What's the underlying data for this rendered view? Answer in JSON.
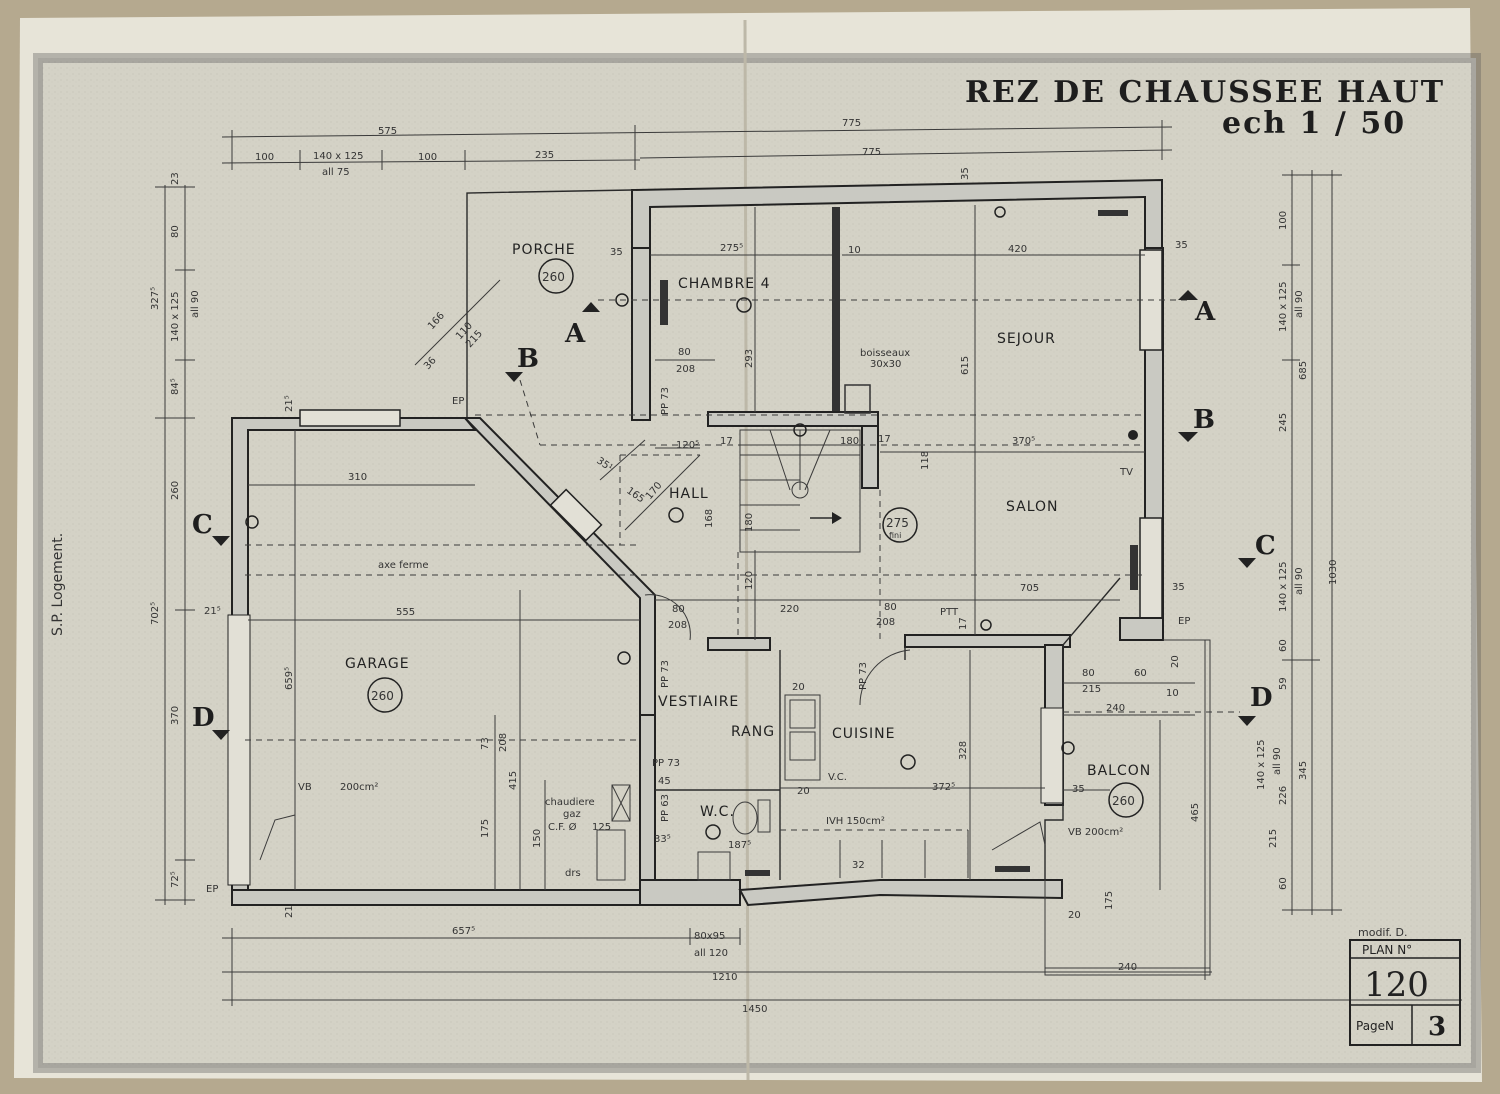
{
  "title": {
    "line1": "REZ DE CHAUSSEE HAUT",
    "line2": "ech 1 / 50"
  },
  "side_note": "S.P. Logement.",
  "rooms": {
    "porche": "PORCHE",
    "chambre": "CHAMBRE 4",
    "sejour": "SEJOUR",
    "salon": "SALON",
    "hall": "HALL",
    "garage": "GARAGE",
    "vestiaire": "VESTIAIRE",
    "rang": "RANG",
    "cuisine": "CUISINE",
    "wc": "W.C.",
    "balcon": "BALCON"
  },
  "heights": {
    "porche": "260",
    "garage": "260",
    "balcon": "260",
    "hall": "275",
    "hall_sub": "fini"
  },
  "notes": {
    "axe_ferme": "axe ferme",
    "boisseaux": "boisseaux",
    "boisseaux_size": "30x30",
    "vb_garage": "VB",
    "vb_garage_area": "200cm²",
    "vb_balcon": "VB 200cm²",
    "vmh": "IVH 150cm²",
    "chaudiere": "chaudiere",
    "gaz": "gaz",
    "cf": "C.F. Ø",
    "drs": "drs",
    "ep1": "EP",
    "ep2": "EP",
    "ep3": "EP",
    "tv": "TV",
    "ptt": "PTT",
    "vc": "V.C.",
    "pp73a": "PP 73",
    "pp73b": "PP 73",
    "pp73c": "PP 73",
    "pp73d": "PP 73",
    "pp63": "PP 63"
  },
  "sections": {
    "a1": "A",
    "a2": "A",
    "b1": "B",
    "b2": "B",
    "c1": "C",
    "c2": "C",
    "d1": "D",
    "d2": "D"
  },
  "dims": {
    "top_575": "575",
    "top_775a": "775",
    "top_775b": "775",
    "top_100a": "100",
    "top_140x125": "140 x 125",
    "top_all75": "all 75",
    "top_100b": "100",
    "top_235": "235",
    "top_35": "35",
    "left_23": "23",
    "left_80": "80",
    "left_3275": "327⁵",
    "left_140x125": "140 x 125",
    "left_all90": "all 90",
    "left_845": "84⁵",
    "left_260": "260",
    "left_7025": "702⁵",
    "left_370": "370",
    "left_725": "72⁵",
    "right_100": "100",
    "right_140x125": "140 x 125",
    "right_all90": "all 90",
    "right_245": "245",
    "right_685": "685",
    "right_1030": "1030",
    "right_140x125b": "140 x 125",
    "right_all90b": "all 90",
    "right_60a": "60",
    "right_59": "59",
    "right_140x125c": "140 x 125",
    "right_all90c": "all 90",
    "right_226": "226",
    "right_345": "345",
    "right_215": "215",
    "right_60b": "60",
    "right_465": "465",
    "bot_6575": "657⁵",
    "bot_80x95": "80x95",
    "bot_all120": "all 120",
    "bot_1210": "1210",
    "bot_1450": "1450",
    "bot_215": "21⁵",
    "bot_240": "240",
    "bot_20": "20",
    "ch_35": "35",
    "ch_2755": "275⁵",
    "ch_10": "10",
    "ch_420": "420",
    "ch_35r": "35",
    "ch_293": "293",
    "ch_615": "615",
    "hall_80": "80",
    "hall_208": "208",
    "hall_1205": "120⁵",
    "hall_17a": "17",
    "hall_180": "180",
    "hall_17b": "17",
    "hall_3705": "370⁵",
    "hall_118": "118",
    "hall_168": "168",
    "hall_180v": "180",
    "hall_120": "120",
    "hall_351": "35¹",
    "hall_165": "165",
    "hall_170": "170",
    "porche_166": "166",
    "porche_110": "110",
    "porche_36": "36",
    "porche_215": "215",
    "gar_215": "21⁵",
    "gar_310": "310",
    "gar_555": "555",
    "gar_6595": "659⁵",
    "gar_73": "73",
    "gar_208": "208",
    "gar_415": "415",
    "gar_175": "175",
    "gar_150": "150",
    "gar_215b": "21⁵",
    "mid_80": "80",
    "mid_208": "208",
    "mid_220": "220",
    "mid_80b": "80",
    "mid_208b": "208",
    "mid_17": "17",
    "salon_705": "705",
    "salon_35": "35",
    "cui_328": "328",
    "cui_3725": "372⁵",
    "cui_20": "20",
    "cui_32": "32",
    "cui_20b": "20",
    "wc_45": "45",
    "wc_335": "33⁵",
    "wc_1875": "187⁵",
    "wc_125": "125",
    "bal_80": "80",
    "bal_60": "60",
    "bal_215": "215",
    "bal_10": "10",
    "bal_240": "240",
    "bal_35": "35",
    "bal_175": "175",
    "bal_20": "20"
  },
  "stamp": {
    "modif": "modif. D.",
    "plan_label": "PLAN N°",
    "plan_number": "120",
    "page_label": "PageN",
    "page_number": "3"
  }
}
